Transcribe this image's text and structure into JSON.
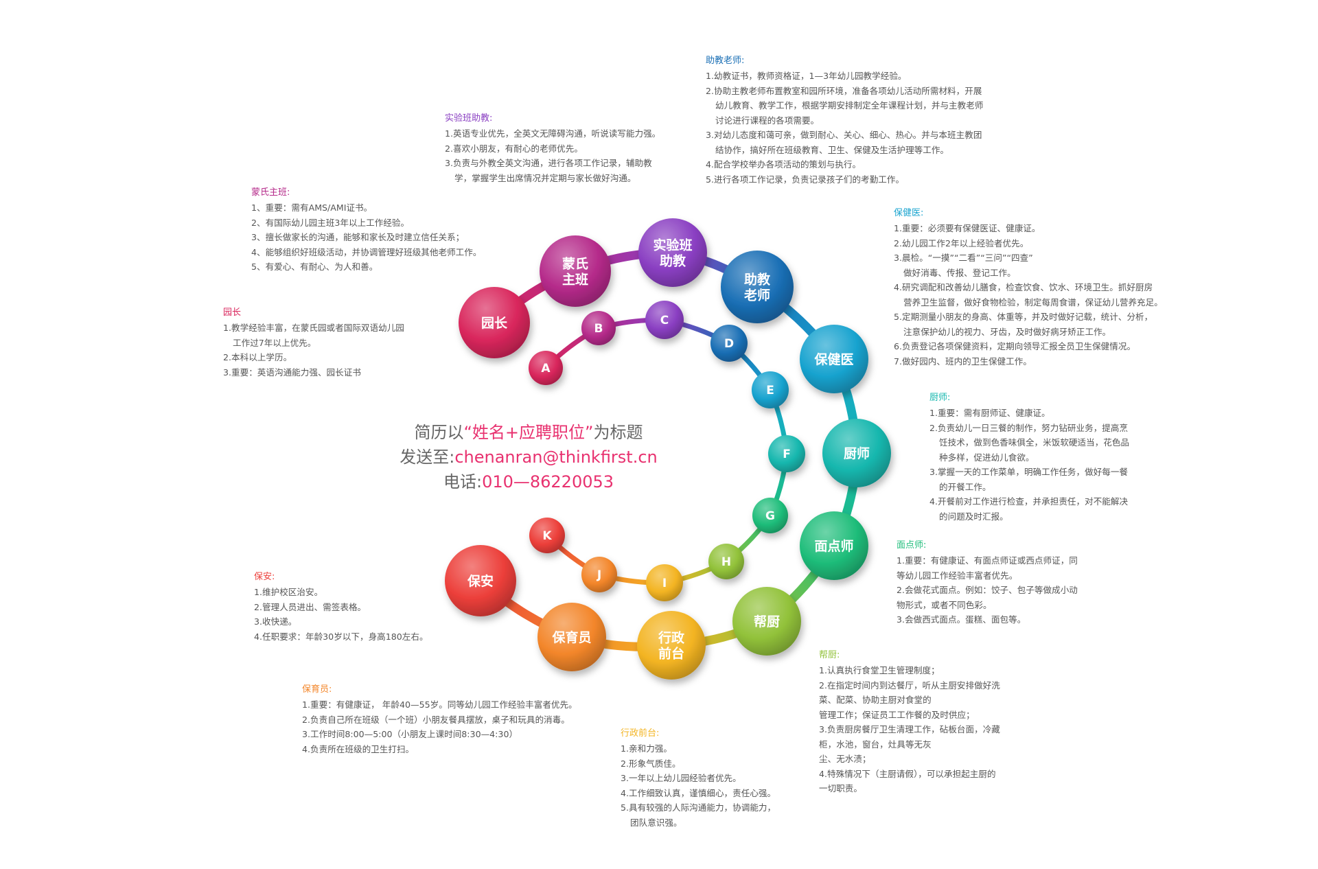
{
  "center": {
    "line1_pre": "简历以",
    "line1_hl": "“姓名+应聘职位”",
    "line1_post": "为标题",
    "line2_pre": "发送至:",
    "line2_hl": "chenanran@thinkfirst.cn",
    "line3_pre": "电话:",
    "line3_hl": "010—86220053"
  },
  "colors": {
    "yuanzhang": "#d9265c",
    "mengshi": "#b52a8a",
    "shiyan": "#8a3fc2",
    "zhujiao": "#1a6fb5",
    "baojian": "#18a3cf",
    "chushi": "#16b7ae",
    "miandian": "#1fbd7a",
    "bangchu": "#92c23a",
    "xingzheng": "#f3b422",
    "baoyu": "#f3862a",
    "baoan": "#ec3f3a",
    "center_highlight": "#e8316f"
  },
  "outer_bubbles": [
    {
      "id": "yuanzhang",
      "label": [
        "园长"
      ]
    },
    {
      "id": "mengshi",
      "label": [
        "蒙氏",
        "主班"
      ]
    },
    {
      "id": "shiyan",
      "label": [
        "实验班",
        "助教"
      ]
    },
    {
      "id": "zhujiao",
      "label": [
        "助教",
        "老师"
      ]
    },
    {
      "id": "baojian",
      "label": [
        "保健医"
      ]
    },
    {
      "id": "chushi",
      "label": [
        "厨师"
      ]
    },
    {
      "id": "miandian",
      "label": [
        "面点师"
      ]
    },
    {
      "id": "bangchu",
      "label": [
        "帮厨"
      ]
    },
    {
      "id": "xingzheng",
      "label": [
        "行政",
        "前台"
      ]
    },
    {
      "id": "baoyu",
      "label": [
        "保育员"
      ]
    },
    {
      "id": "baoan",
      "label": [
        "保安"
      ]
    }
  ],
  "inner_bubbles": [
    "A",
    "B",
    "C",
    "D",
    "E",
    "F",
    "G",
    "H",
    "I",
    "J",
    "K"
  ],
  "jobs": [
    {
      "id": "yuanzhang",
      "title": "园长",
      "items": [
        {
          "lines": [
            "1.教学经验丰富，在蒙氏园或者国际双语幼儿园",
            "工作过7年以上优先。"
          ]
        },
        {
          "lines": [
            "2.本科以上学历。"
          ]
        },
        {
          "lines": [
            "3.重要：英语沟通能力强、园长证书"
          ]
        }
      ]
    },
    {
      "id": "mengshi",
      "title": "蒙氏主班:",
      "items": [
        {
          "lines": [
            "1、重要：需有AMS/AMI证书。"
          ]
        },
        {
          "lines": [
            "2、有国际幼儿园主班3年以上工作经验。"
          ]
        },
        {
          "lines": [
            "3、擅长做家长的沟通，能够和家长及时建立信任关系；"
          ]
        },
        {
          "lines": [
            "4、能够组织好班级活动，并协调管理好班级其他老师工作。"
          ]
        },
        {
          "lines": [
            "5、有爱心、有耐心、为人和善。"
          ]
        }
      ]
    },
    {
      "id": "shiyan",
      "title": "实验班助教:",
      "items": [
        {
          "lines": [
            "1.英语专业优先，全英文无障碍沟通，听说读写能力强。"
          ]
        },
        {
          "lines": [
            "2.喜欢小朋友，有耐心的老师优先。"
          ]
        },
        {
          "lines": [
            "3.负责与外教全英文沟通，进行各项工作记录，辅助教",
            "学，掌握学生出席情况并定期与家长做好沟通。"
          ]
        }
      ]
    },
    {
      "id": "zhujiao",
      "title": "助教老师:",
      "items": [
        {
          "lines": [
            "1.幼教证书，教师资格证，1—3年幼儿园教学经验。"
          ]
        },
        {
          "lines": [
            "2.协助主教老师布置教室和园所环境，准备各项幼儿活动所需材料，开展",
            "幼儿教育、教学工作，根据学期安排制定全年课程计划，并与主教老师",
            "讨论进行课程的各项需要。"
          ]
        },
        {
          "lines": [
            "3.对幼儿态度和蔼可亲，做到耐心、关心、细心、热心。并与本班主教团",
            "结协作，搞好所在班级教育、卫生、保健及生活护理等工作。"
          ]
        },
        {
          "lines": [
            "4.配合学校举办各项活动的策划与执行。"
          ]
        },
        {
          "lines": [
            "5.进行各项工作记录，负责记录孩子们的考勤工作。"
          ]
        }
      ]
    },
    {
      "id": "baojian",
      "title": "保健医:",
      "items": [
        {
          "lines": [
            "1.重要：必须要有保健医证、健康证。"
          ]
        },
        {
          "lines": [
            "2.幼儿园工作2年以上经验者优先。"
          ]
        },
        {
          "lines": [
            "3.晨检。“一摸”“二看”“三问”“四查”",
            "做好消毒、传报、登记工作。"
          ]
        },
        {
          "lines": [
            "4.研究调配和改善幼儿膳食，检查饮食、饮水、环境卫生。抓好厨房",
            "营养卫生监督，做好食物检验，制定每周食谱，保证幼儿营养充足。"
          ]
        },
        {
          "lines": [
            "5.定期测量小朋友的身高、体重等，并及时做好记载，统计、分析，",
            "注意保护幼儿的视力、牙齿，及时做好病牙矫正工作。"
          ]
        },
        {
          "lines": [
            "6.负责登记各项保健资料，定期向领导汇报全员卫生保健情况。"
          ]
        },
        {
          "lines": [
            "7.做好园内、班内的卫生保健工作。"
          ]
        }
      ]
    },
    {
      "id": "chushi",
      "title": "厨师:",
      "items": [
        {
          "lines": [
            "1.重要：需有厨师证、健康证。"
          ]
        },
        {
          "lines": [
            "2.负责幼儿一日三餐的制作，努力钻研业务，提高烹",
            "饪技术，做到色香味俱全，米饭软硬适当，花色品",
            "种多样，促进幼儿食欲。"
          ]
        },
        {
          "lines": [
            "3.掌握一天的工作菜单，明确工作任务，做好每一餐",
            "的开餐工作。"
          ]
        },
        {
          "lines": [
            "4.开餐前对工作进行检查，并承担责任，对不能解决",
            "的问题及时汇报。"
          ]
        }
      ]
    },
    {
      "id": "miandian",
      "title": "面点师:",
      "items": [
        {
          "lines": [
            "1.重要：有健康证、有面点师证或西点师证，同",
            "等幼儿园工作经验丰富者优先。"
          ],
          "flush": true
        },
        {
          "lines": [
            "2.会做花式面点。例如：饺子、包子等做成小动",
            "物形式，或者不同色彩。"
          ],
          "flush": true
        },
        {
          "lines": [
            "3.会做西式面点。蛋糕、面包等。"
          ]
        }
      ]
    },
    {
      "id": "bangchu",
      "title": "帮厨:",
      "items": [
        {
          "lines": [
            "1.认真执行食堂卫生管理制度；"
          ]
        },
        {
          "lines": [
            "2.在指定时间内到达餐厅，听从主厨安排做好洗",
            "菜、配菜、协助主厨对食堂的",
            "管理工作；保证员工工作餐的及时供应；"
          ],
          "flush": true
        },
        {
          "lines": [
            "3.负责厨房餐厅卫生清理工作，砧板台面，冷藏",
            "柜，水池，窗台，灶具等无灰",
            "尘、无水渍；"
          ],
          "flush": true
        },
        {
          "lines": [
            "4.特殊情况下（主厨请假），可以承担起主厨的",
            "一切职责。"
          ],
          "flush": true
        }
      ]
    },
    {
      "id": "xingzheng",
      "title": "行政前台:",
      "items": [
        {
          "lines": [
            "1.亲和力强。"
          ]
        },
        {
          "lines": [
            "2.形象气质佳。"
          ]
        },
        {
          "lines": [
            "3.一年以上幼儿园经验者优先。"
          ]
        },
        {
          "lines": [
            "4.工作细致认真，谨慎细心，责任心强。"
          ]
        },
        {
          "lines": [
            "5.具有较强的人际沟通能力，协调能力，",
            "团队意识强。"
          ]
        }
      ]
    },
    {
      "id": "baoyu",
      "title": "保育员:",
      "items": [
        {
          "lines": [
            "1.重要：有健康证，  年龄40—55岁。同等幼儿园工作经验丰富者优先。"
          ]
        },
        {
          "lines": [
            "2.负责自己所在班级（一个班）小朋友餐具摆放，桌子和玩具的消毒。"
          ]
        },
        {
          "lines": [
            "3.工作时间8:00—5:00（小朋友上课时间8:30—4:30）"
          ]
        },
        {
          "lines": [
            "4.负责所在班级的卫生打扫。"
          ]
        }
      ]
    },
    {
      "id": "baoan",
      "title": "保安:",
      "items": [
        {
          "lines": [
            "1.维护校区治安。"
          ]
        },
        {
          "lines": [
            "2.管理人员进出、需签表格。"
          ]
        },
        {
          "lines": [
            "3.收快递。"
          ]
        },
        {
          "lines": [
            "4.任职要求：年龄30岁以下，身高180左右。"
          ]
        }
      ]
    }
  ]
}
